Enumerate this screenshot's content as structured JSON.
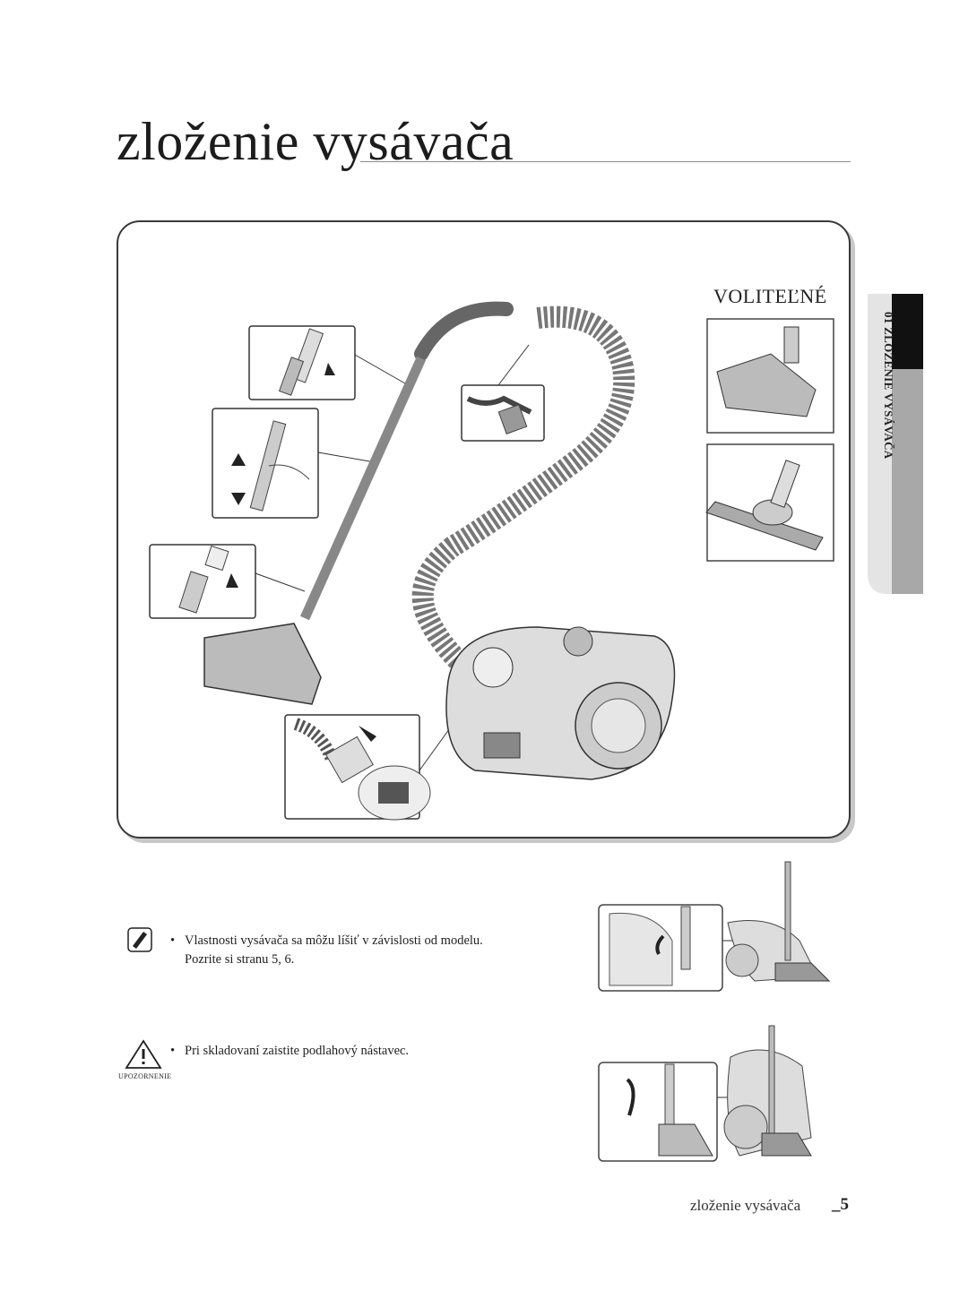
{
  "header": {
    "title": "zloženie vysávača"
  },
  "panel": {
    "optional_label": "VOLITEĽNÉ"
  },
  "side_tab": {
    "label": "01 ZLOŽENIE VYSÁVAČA"
  },
  "note": {
    "text_line1": "Vlastnosti vysávača sa môžu líšiť v závislosti od modelu.",
    "text_line2": "Pozrite si stranu 5, 6.",
    "icon": "pencil-note-icon"
  },
  "caution": {
    "label": "UPOZORNENIE",
    "text": "Pri skladovaní zaistite podlahový nástavec.",
    "icon": "warning-triangle-icon"
  },
  "footer": {
    "text": "zloženie vysávača",
    "page_number": "_5"
  }
}
